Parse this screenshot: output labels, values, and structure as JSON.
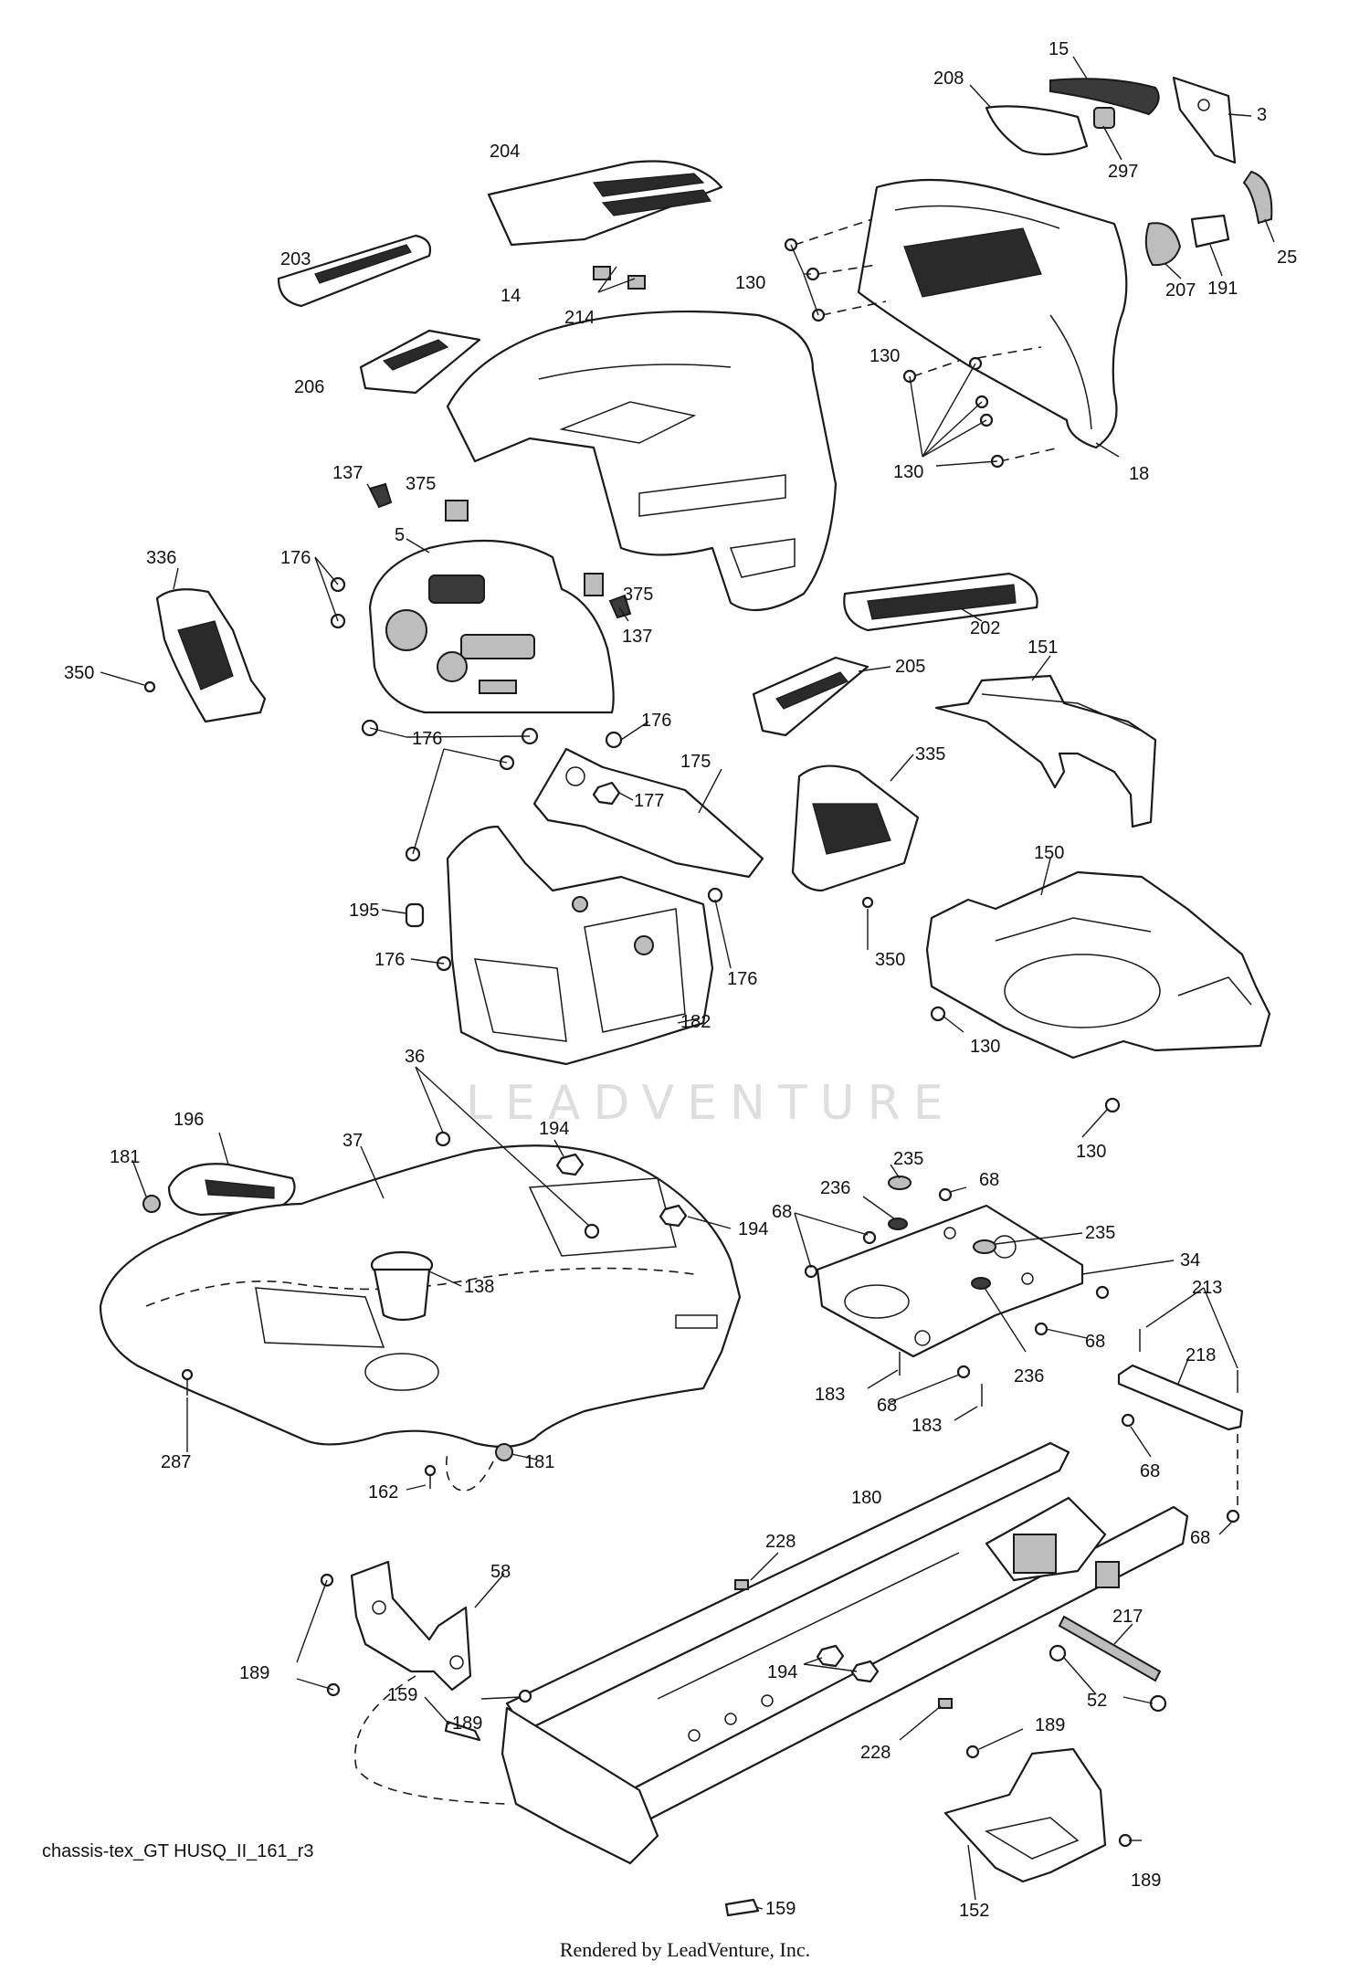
{
  "watermark": "LEADVENTURE",
  "footer": {
    "diagram_code": "chassis-tex_GT HUSQ_II_161_r3",
    "rendered_by": "Rendered by LeadVenture, Inc."
  },
  "callouts": {
    "c15": "15",
    "c208": "208",
    "c3": "3",
    "c297": "297",
    "c25": "25",
    "c191": "191",
    "c207": "207",
    "c204": "204",
    "c203": "203",
    "c214": "214",
    "c14": "14",
    "c206": "206",
    "c130_a": "130",
    "c130_b": "130",
    "c130_c": "130",
    "c18": "18",
    "c137_a": "137",
    "c375_a": "375",
    "c5": "5",
    "c336": "336",
    "c176_a": "176",
    "c375_b": "375",
    "c137_b": "137",
    "c350_a": "350",
    "c202": "202",
    "c205": "205",
    "c151": "151",
    "c176_b": "176",
    "c176_c": "176",
    "c175": "175",
    "c177": "177",
    "c335": "335",
    "c150": "150",
    "c195": "195",
    "c176_d": "176",
    "c176_e": "176",
    "c350_b": "350",
    "c182": "182",
    "c130_d": "130",
    "c130_e": "130",
    "c36": "36",
    "c196": "196",
    "c37": "37",
    "c194_a": "194",
    "c181_a": "181",
    "c194_b": "194",
    "c138": "138",
    "c235_a": "235",
    "c236_a": "236",
    "c68_a": "68",
    "c68_b": "68",
    "c235_b": "235",
    "c34": "34",
    "c213": "213",
    "c68_c": "68",
    "c218": "218",
    "c236_b": "236",
    "c183_a": "183",
    "c68_d": "68",
    "c183_b": "183",
    "c68_e": "68",
    "c287": "287",
    "c162": "162",
    "c181_b": "181",
    "c180": "180",
    "c68_f": "68",
    "c228_a": "228",
    "c58": "58",
    "c217": "217",
    "c189_a": "189",
    "c194_c": "194",
    "c52": "52",
    "c189_b": "189",
    "c159_a": "159",
    "c228_b": "228",
    "c189_c": "189",
    "c189_d": "189",
    "c159_b": "159",
    "c152": "152"
  }
}
